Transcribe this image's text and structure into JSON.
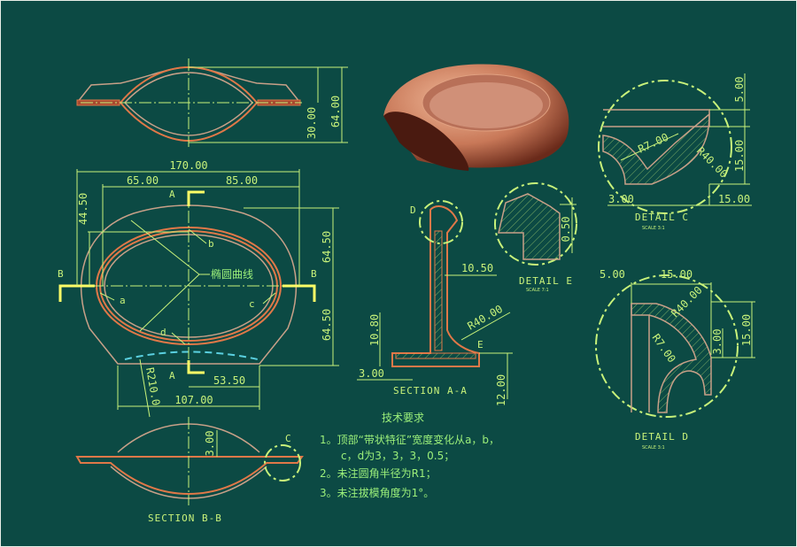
{
  "top_view": {
    "dims": [
      "64.00",
      "30.00"
    ]
  },
  "plan_view": {
    "dims": [
      "170.00",
      "65.00",
      "85.00",
      "44.50",
      "64.50",
      "64.50",
      "53.50",
      "107.00",
      "R210.0"
    ],
    "section_markers": [
      "A",
      "A",
      "B",
      "B"
    ],
    "point_labels": [
      "a",
      "b",
      "c",
      "d"
    ],
    "annotation": "椭圆曲线"
  },
  "section_bb": {
    "title": "SECTION B-B",
    "dims": [
      "3.00"
    ],
    "detail_marker": "C"
  },
  "section_aa": {
    "title": "SECTION A-A",
    "dims": [
      "10.50",
      "R40.00",
      "10.80",
      "3.00",
      "12.00"
    ],
    "detail_markers": [
      "D",
      "E"
    ]
  },
  "detail_c": {
    "title": "DETAIL C",
    "scale": "SCALE 3:1",
    "dims": [
      "5.00",
      "15.00",
      "R7.00",
      "R40.00",
      "3.00",
      "15.00"
    ]
  },
  "detail_e": {
    "title": "DETAIL E",
    "scale": "SCALE 7:1",
    "dims": [
      "0.50"
    ]
  },
  "detail_d": {
    "title": "DETAIL D",
    "scale": "SCALE 3:1",
    "dims": [
      "5.00",
      "15.00",
      "R40.00",
      "R7.00",
      "3.00",
      "15.00"
    ]
  },
  "notes": {
    "title": "技术要求",
    "items": [
      "1。顶部“带状特征”宽度变化从a，b，",
      "c，d为3，3，3，0.5；",
      "2。未注圆角半径为R1；",
      "3。未注拔模角度为1°。"
    ]
  },
  "colors": {
    "background": "#0c4a44",
    "dimension": "#c8f27a",
    "part": "#e07848"
  }
}
